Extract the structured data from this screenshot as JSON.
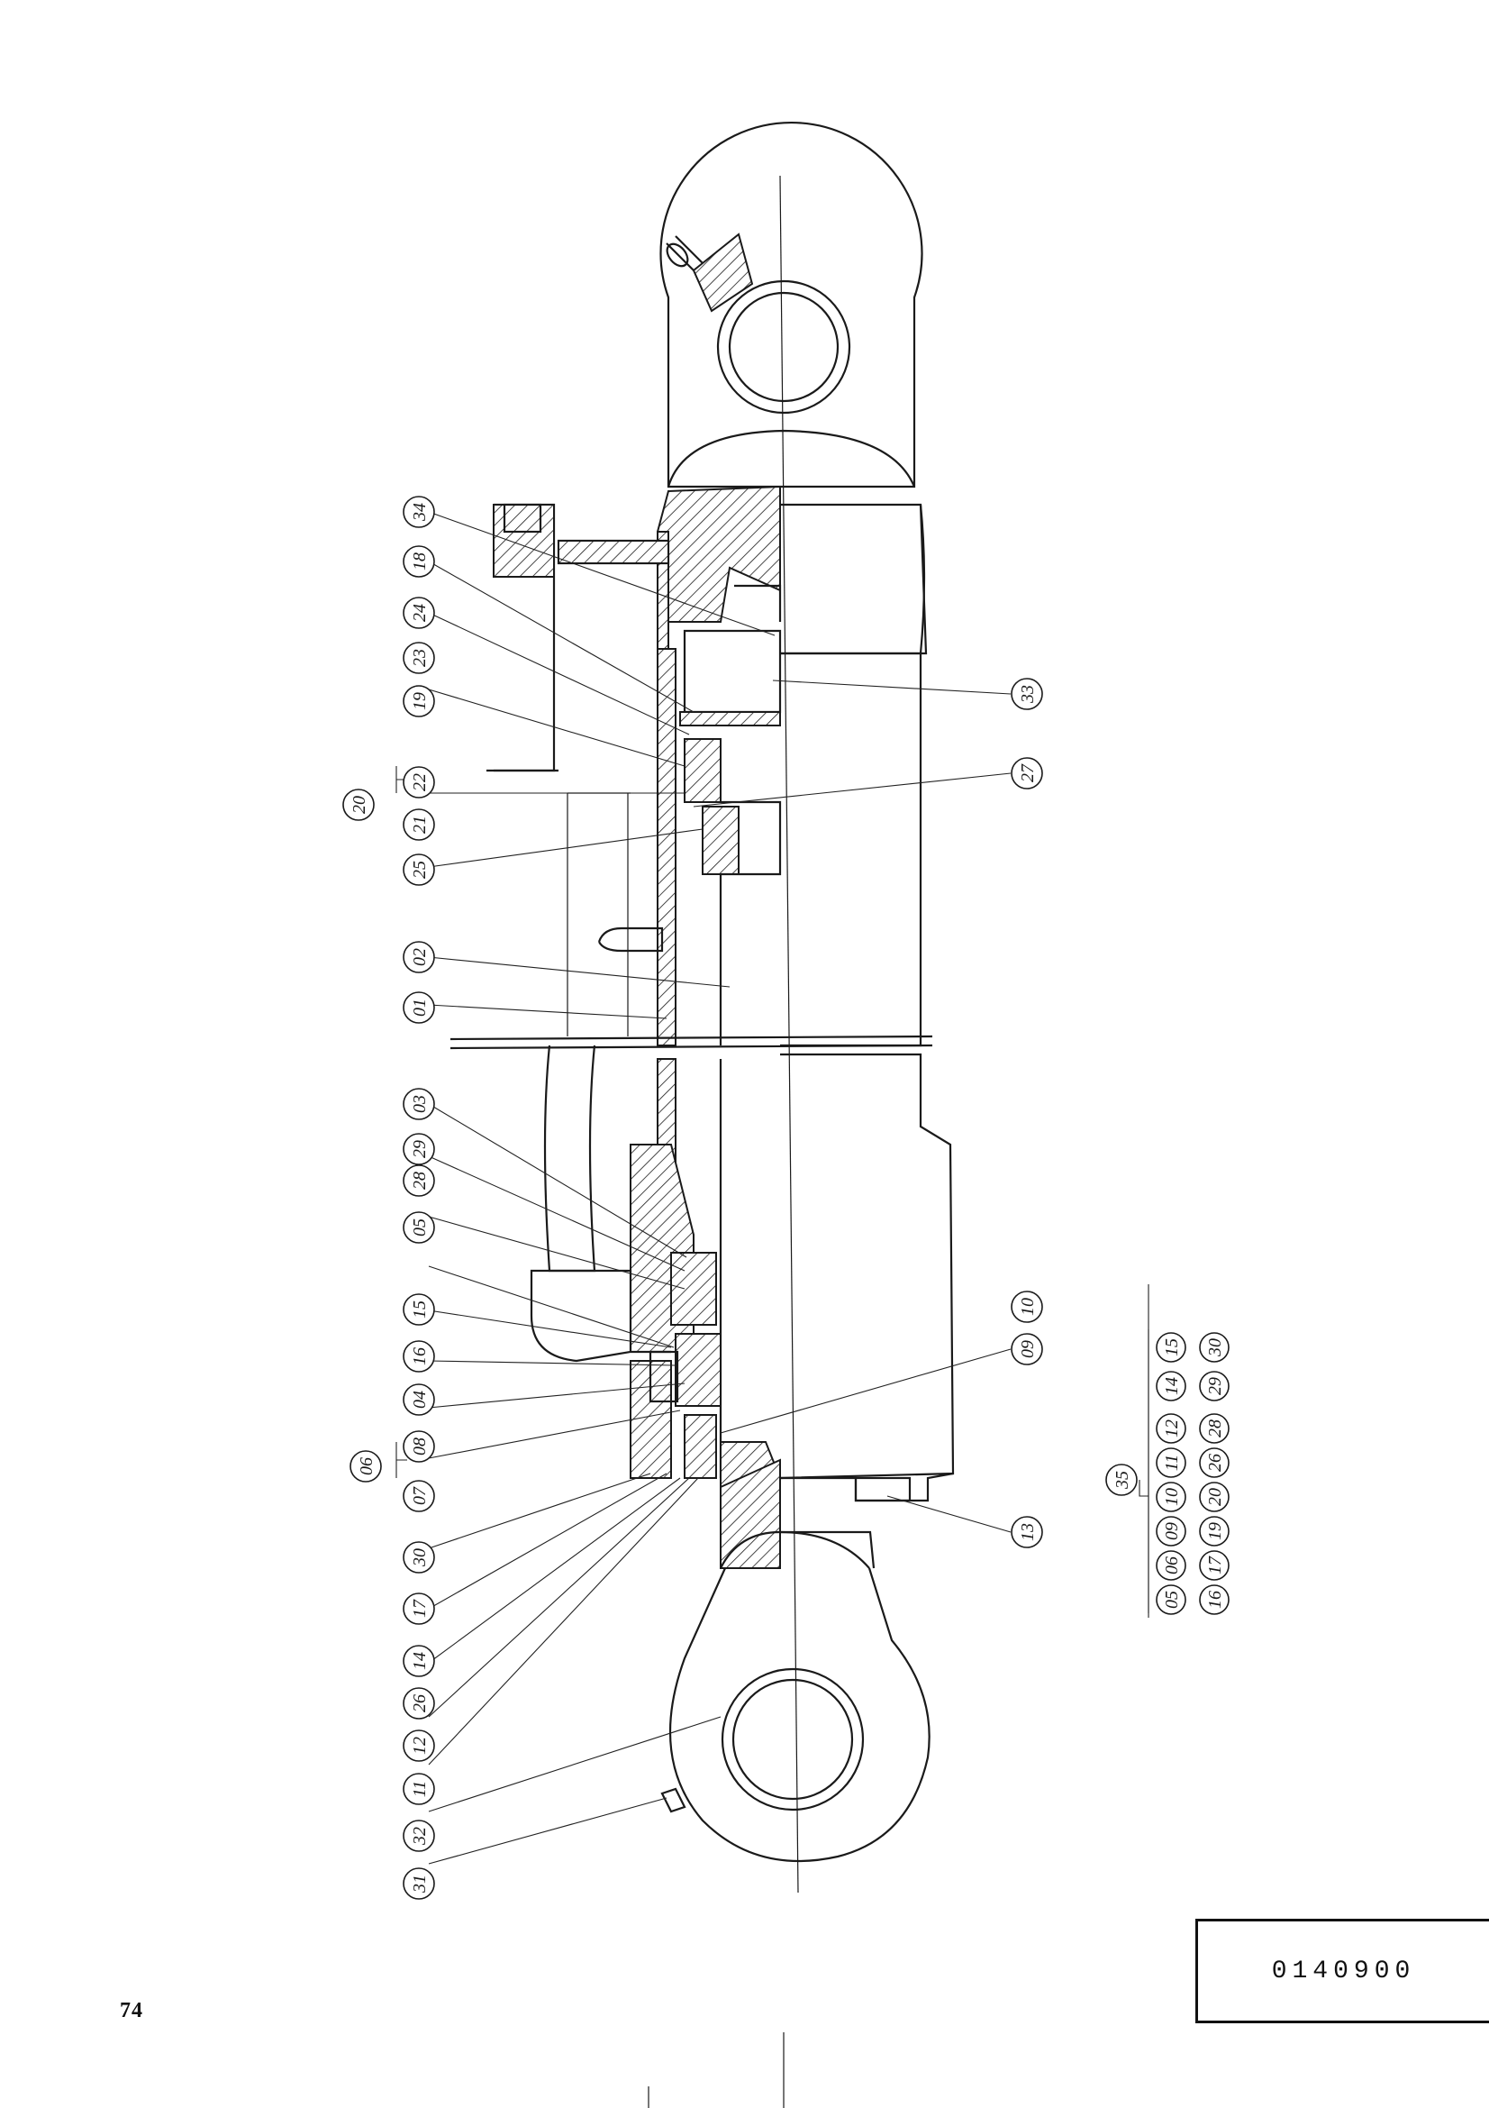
{
  "page_number": "74",
  "drawing_code": "0140900",
  "part_labels": [
    "34",
    "18",
    "24",
    "23",
    "19",
    "20",
    "21",
    "22",
    "25",
    "02",
    "01",
    "03",
    "29",
    "28",
    "05",
    "15",
    "16",
    "04",
    "06",
    "07",
    "08",
    "30",
    "17",
    "14",
    "26",
    "12",
    "11",
    "32",
    "31",
    "33",
    "27",
    "10",
    "09",
    "13",
    "35"
  ],
  "kit_35_row1": [
    "05",
    "06",
    "09",
    "10",
    "11",
    "12",
    "14",
    "15"
  ],
  "kit_35_row2": [
    "16",
    "17",
    "19",
    "20",
    "26",
    "28",
    "29",
    "30"
  ]
}
